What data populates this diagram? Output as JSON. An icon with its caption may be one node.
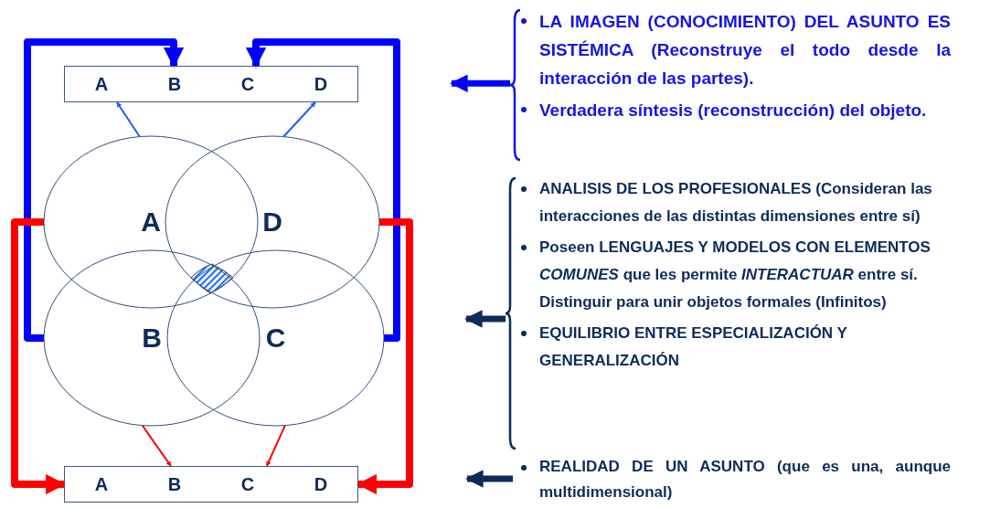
{
  "diagram": {
    "nodes": [
      {
        "text": [
          "A",
          "B",
          "C",
          "D"
        ]
      },
      {
        "text": [
          "A",
          "B",
          "C",
          "D"
        ]
      },
      {
        "text": [
          "A"
        ]
      },
      {
        "text": [
          "D"
        ]
      },
      {
        "text": [
          "B"
        ]
      },
      {
        "text": [
          "C"
        ]
      },
      {
        "text": [
          "LA IMAGEN (CONOCIMIENTO) DEL ASUNTO ES SISTÉMICA (Reconstruye el todo desde la interacción de las partes).",
          "Verdadera síntesis (reconstrucción) del objeto."
        ]
      },
      {
        "text": [
          "ANALISIS DE LOS PROFESIONALES (Consideran las interacciones de las distintas dimensiones entre sí)",
          "Poseen LENGUAJES Y MODELOS CON ELEMENTOS *COMUNES* que les permite *INTERACTUAR* entre sí. Distinguir para unir objetos formales (Infinitos)",
          "EQUILIBRIO ENTRE ESPECIALIZACIÓN Y GENERALIZACIÓN"
        ]
      },
      {
        "text": [
          "REALIDAD DE UN ASUNTO (que es una, aunque multidimensional)"
        ]
      }
    ],
    "edges": [
      {
        "from": 4,
        "to": 0,
        "arrow": "to",
        "color": "#0000ff"
      },
      {
        "from": 5,
        "to": 0,
        "arrow": "to",
        "color": "#0000ff"
      },
      {
        "from": 2,
        "to": 0,
        "arrow": "to",
        "color": "#1a5cff"
      },
      {
        "from": 3,
        "to": 0,
        "arrow": "to",
        "color": "#1a5cff"
      },
      {
        "from": 2,
        "to": 1,
        "arrow": "to",
        "color": "#ff0000"
      },
      {
        "from": 3,
        "to": 1,
        "arrow": "to",
        "color": "#ff0000"
      },
      {
        "from": 4,
        "to": 1,
        "arrow": "to",
        "color": "#ff0000"
      },
      {
        "from": 5,
        "to": 1,
        "arrow": "to",
        "color": "#ff0000"
      },
      {
        "from": 6,
        "to": null,
        "arrow": "to",
        "color": "#0000ff"
      },
      {
        "from": 7,
        "to": null,
        "arrow": "to",
        "color": "#0d2b5a"
      },
      {
        "from": 8,
        "to": null,
        "arrow": "to",
        "color": "#0d2b5a"
      }
    ]
  }
}
